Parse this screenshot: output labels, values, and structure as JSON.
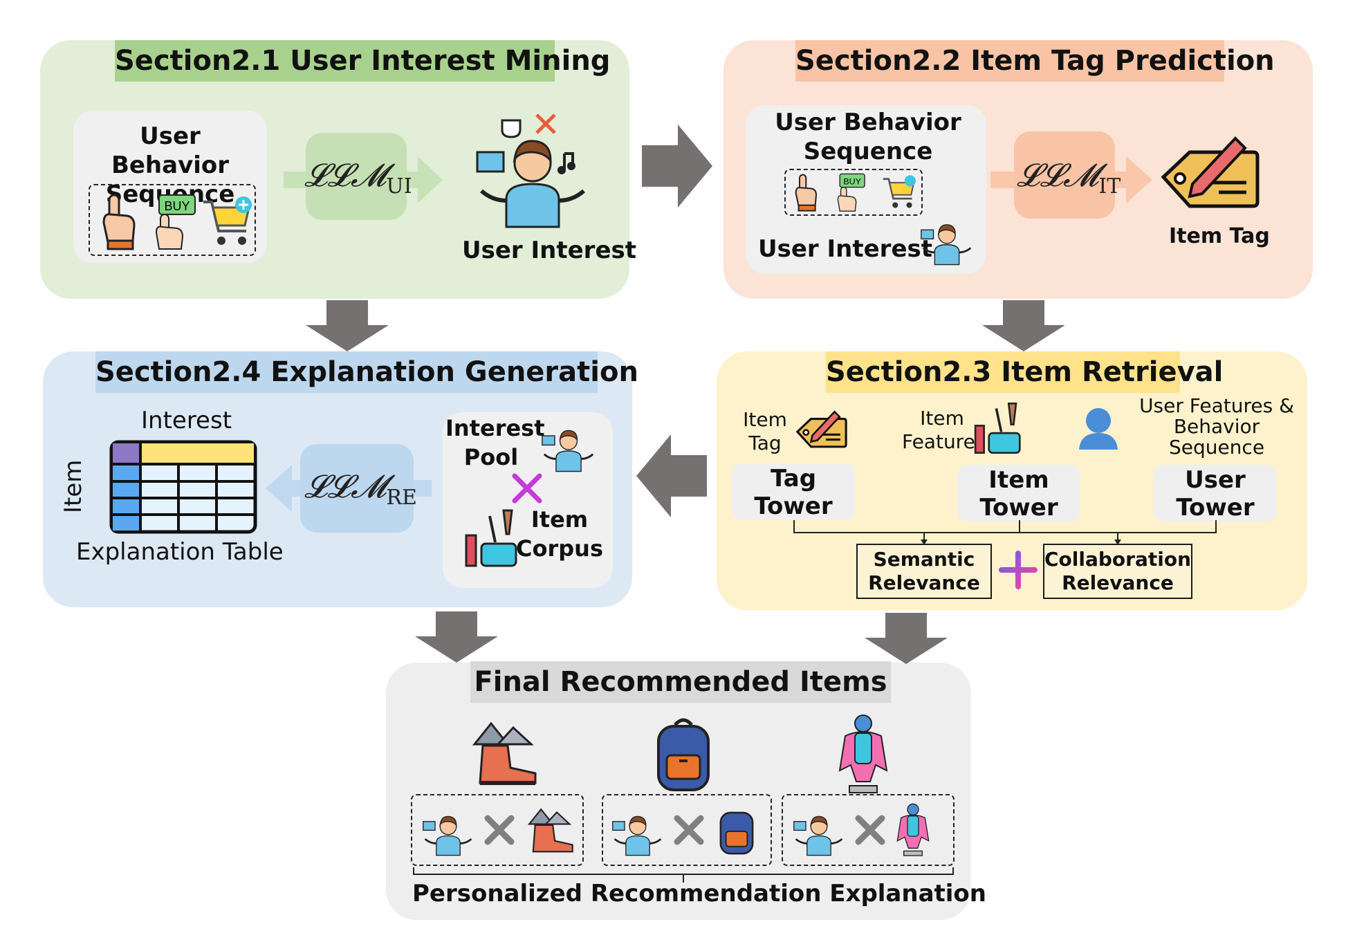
{
  "s21": {
    "title": "Section2.1 User Interest Mining",
    "card_label": "User Behavior Sequence",
    "llm_sub": "UI",
    "output": "User Interest"
  },
  "s22": {
    "title": "Section2.2 Item Tag Prediction",
    "card_label": "User Behavior Sequence",
    "interest_label": "User Interest",
    "llm_sub": "IT",
    "output": "Item Tag"
  },
  "s23": {
    "title": "Section2.3 Item Retrieval",
    "item_tag_label": "Item Tag",
    "item_features_label": "Item Features",
    "user_features_label": "User Features & Behavior Sequence",
    "tag_tower": "Tag Tower",
    "item_tower": "Item Tower",
    "user_tower": "User Tower",
    "semantic": "Semantic Relevance",
    "collaboration": "Collaboration Relevance"
  },
  "s24": {
    "title": "Section2.4 Explanation Generation",
    "interest_axis": "Interest",
    "item_axis": "Item",
    "table_label": "Explanation Table",
    "llm_sub": "RE",
    "pool_label": "Interest Pool",
    "corpus_label": "Item Corpus"
  },
  "final": {
    "title": "Final Recommended Items",
    "caption": "Personalized Recommendation Explanation",
    "items": [
      "hiking-boot",
      "backpack",
      "superhero-figure"
    ]
  },
  "llm_symbol": "𝓛𝓛𝓜",
  "buy_label": "BUY",
  "colors": {
    "green_panel": "#e2eed8",
    "green_title": "#a9d18e",
    "orange_panel": "#fbe3d6",
    "orange_title": "#f8c4a5",
    "blue_panel": "#dde8f5",
    "blue_title": "#bdd7ee",
    "yellow_panel": "#fef2cc",
    "yellow_title": "#ffe28a",
    "gray_panel": "#eeeeee",
    "gray_title": "#d9d9d9",
    "arrow": "#767171"
  }
}
